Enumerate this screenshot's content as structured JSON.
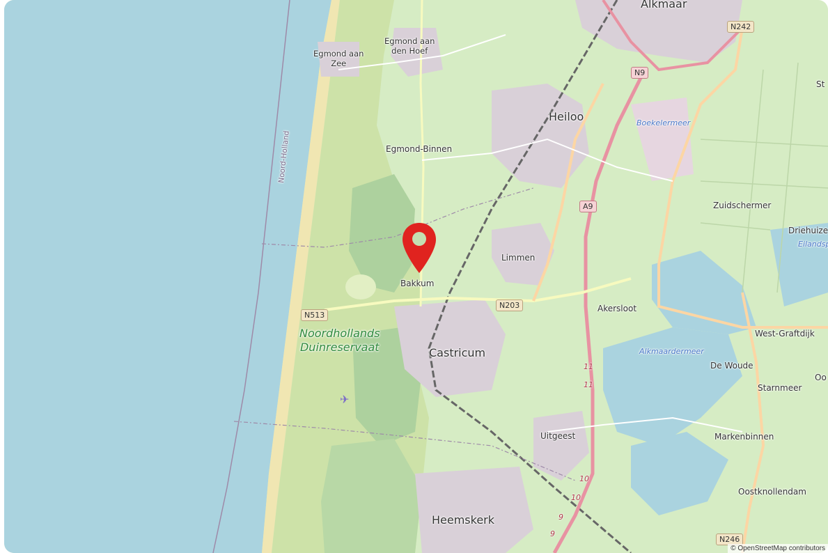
{
  "map": {
    "colors": {
      "sea": "#aad3df",
      "dunes": "#cde2a8",
      "forest": "#add19e",
      "farmland": "#d6ecc4",
      "residential": "#d9d0d8",
      "motorway": "#e892a2",
      "primary": "#fcd6a4",
      "marker": "#e0231f"
    },
    "marker": {
      "icon": "map-pin-icon"
    },
    "places": {
      "alkmaar": "Alkmaar",
      "egmond_aan_zee_1": "Egmond aan",
      "egmond_aan_zee_2": "Zee",
      "egmond_aan_den_hoef_1": "Egmond aan",
      "egmond_aan_den_hoef_2": "den Hoef",
      "heiloo": "Heiloo",
      "boekelermeer": "Boekelermeer",
      "egmond_binnen": "Egmond-Binnen",
      "zuidschermer": "Zuidschermer",
      "driehuizen": "Driehuize",
      "eilandspolder": "Eilandsp",
      "limmen": "Limmen",
      "bakkum": "Bakkum",
      "akersloot": "Akersloot",
      "west_graftdijk": "West-Graftdijk",
      "park_1": "Noordhollands",
      "park_2": "Duinreservaat",
      "castricum": "Castricum",
      "alkmaardermeer": "Alkmaardermeer",
      "de_woude": "De Woude",
      "oo": "Oo",
      "starnmeer": "Starnmeer",
      "uitgeest": "Uitgeest",
      "markenbinnen": "Markenbinnen",
      "oostknollendam": "Oostknollendam",
      "heemskerk": "Heemskerk",
      "noord_holland": "Noord-Holland",
      "st": "St"
    },
    "roads": {
      "n242": "N242",
      "n9": "N9",
      "a9": "A9",
      "n513": "N513",
      "n203": "N203",
      "n246": "N246"
    },
    "exits": {
      "e11a": "11",
      "e11b": "11",
      "e10a": "10",
      "e10b": "10",
      "e9a": "9",
      "e9b": "9"
    },
    "attribution": "© OpenStreetMap contributors"
  }
}
